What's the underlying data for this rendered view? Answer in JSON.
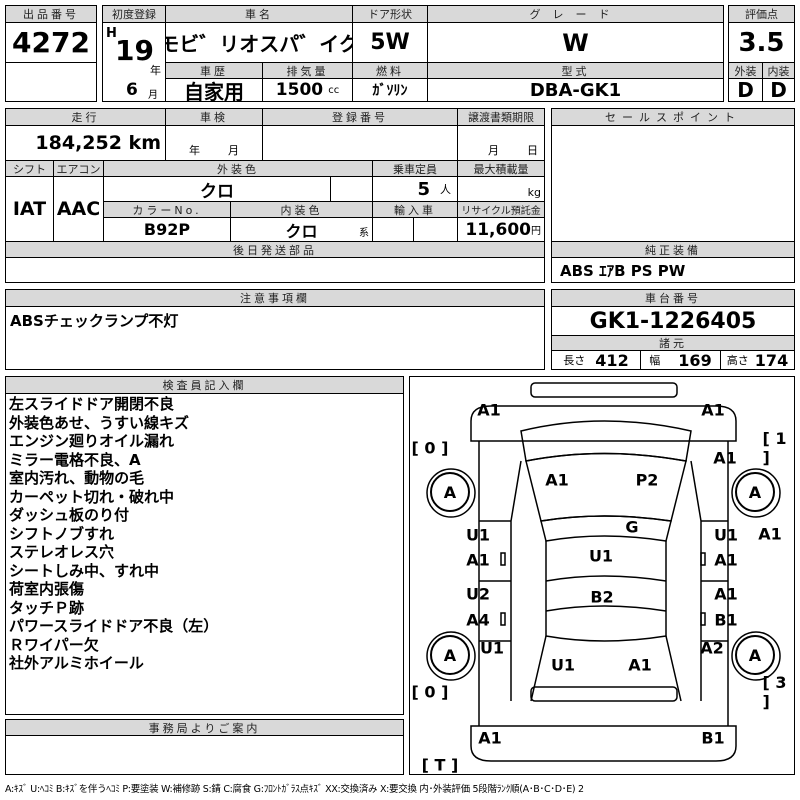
{
  "header": {
    "lot_label": "出品番号",
    "lot": "4272",
    "reg_label": "初度登録",
    "era": "H",
    "year": "19",
    "year_unit": "年",
    "month": "6",
    "month_unit": "月",
    "name_label": "車名",
    "name": "モビ゛リオスパ゛イク",
    "door_label": "ドア形状",
    "door": "5W",
    "grade_label": "グレード",
    "grade": "W",
    "history_label": "車歴",
    "history": "自家用",
    "disp_label": "排気量",
    "disp": "1500",
    "disp_unit": "cc",
    "fuel_label": "燃料",
    "fuel": "ｶﾞｿﾘﾝ",
    "model_label": "型式",
    "model": "DBA-GK1",
    "score_label": "評価点",
    "score": "3.5",
    "ext_label": "外装",
    "int_label": "内装",
    "ext": "D",
    "int": "D"
  },
  "details": {
    "mileage_label": "走行",
    "mileage": "184,252 km",
    "inspection_label": "車検",
    "insp_year": "年",
    "insp_month": "月",
    "regno_label": "登録番号",
    "transfer_label": "譲渡書類期限",
    "tr_month": "月",
    "tr_day": "日",
    "shift_label": "シフト",
    "shift": "IAT",
    "ac_label": "エアコン",
    "ac": "AAC",
    "color_label": "外装色",
    "color": "クロ",
    "seats_label": "乗車定員",
    "seats": "5",
    "seats_unit": "人",
    "load_label": "最大積載量",
    "load_unit": "kg",
    "colorno_label": "カラーNo.",
    "colorno": "B92P",
    "intcolor_label": "内装色",
    "intcolor": "クロ",
    "intcolor_unit": "系",
    "import_label": "輸入車",
    "recycle_label": "リサイクル預託金",
    "recycle": "11,600",
    "recycle_unit": "円",
    "later_label": "後日発送部品",
    "sales_label": "セールスポイント",
    "equip_label": "純正装備",
    "equip": "ABS ｴｱB PS PW"
  },
  "notes": {
    "label": "注意事項欄",
    "text": "ABSチェックランプ不灯",
    "chassis_label": "車台番号",
    "chassis": "GK1-1226405",
    "spec_label": "諸元",
    "len_label": "長さ",
    "len": "412",
    "wid_label": "幅",
    "wid": "169",
    "hei_label": "高さ",
    "hei": "174"
  },
  "inspector": {
    "label": "検査員記入欄",
    "items": [
      "左スライドドア開閉不良",
      "外装色あせ、うすい線キズ",
      "エンジン廻りオイル漏れ",
      "ミラー電格不良、A",
      "室内汚れ、動物の毛",
      "カーペット切れ・破れ中",
      "ダッシュ板のり付",
      "シフトノブすれ",
      "ステレオレス穴",
      "シートしみ中、すれ中",
      "荷室内張傷",
      "タッチＰ跡",
      "パワースライドドア不良（左）",
      "Ｒワイパー欠",
      "社外アルミホイール"
    ]
  },
  "office": {
    "label": "事務局よりご案内"
  },
  "diagram": {
    "marks": [
      "A1",
      "A1",
      "[ 0 ]",
      "[ 1 ]",
      "A1",
      "A",
      "A",
      "A1",
      "P2",
      "G",
      "U1",
      "A1",
      "U1",
      "U1",
      "A1",
      "A1",
      "U2",
      "A4",
      "B2",
      "A1",
      "B1",
      "A",
      "U1",
      "A2",
      "A",
      "U1",
      "A1",
      "[ 0 ]",
      "[ 3 ]",
      "A1",
      "B1",
      "[ T ]"
    ]
  },
  "legend": "A:ｷｽﾞ U:ﾍｺﾐ B:ｷｽﾞを伴うﾍｺﾐ P:要塗装 W:補修跡 S:錆 C:腐食 G:ﾌﾛﾝﾄｶﾞﾗｽ点ｷｽﾞ XX:交換済み X:要交換 内･外装評価 5段階ﾗﾝｸ順(A･B･C･D･E) 2"
}
